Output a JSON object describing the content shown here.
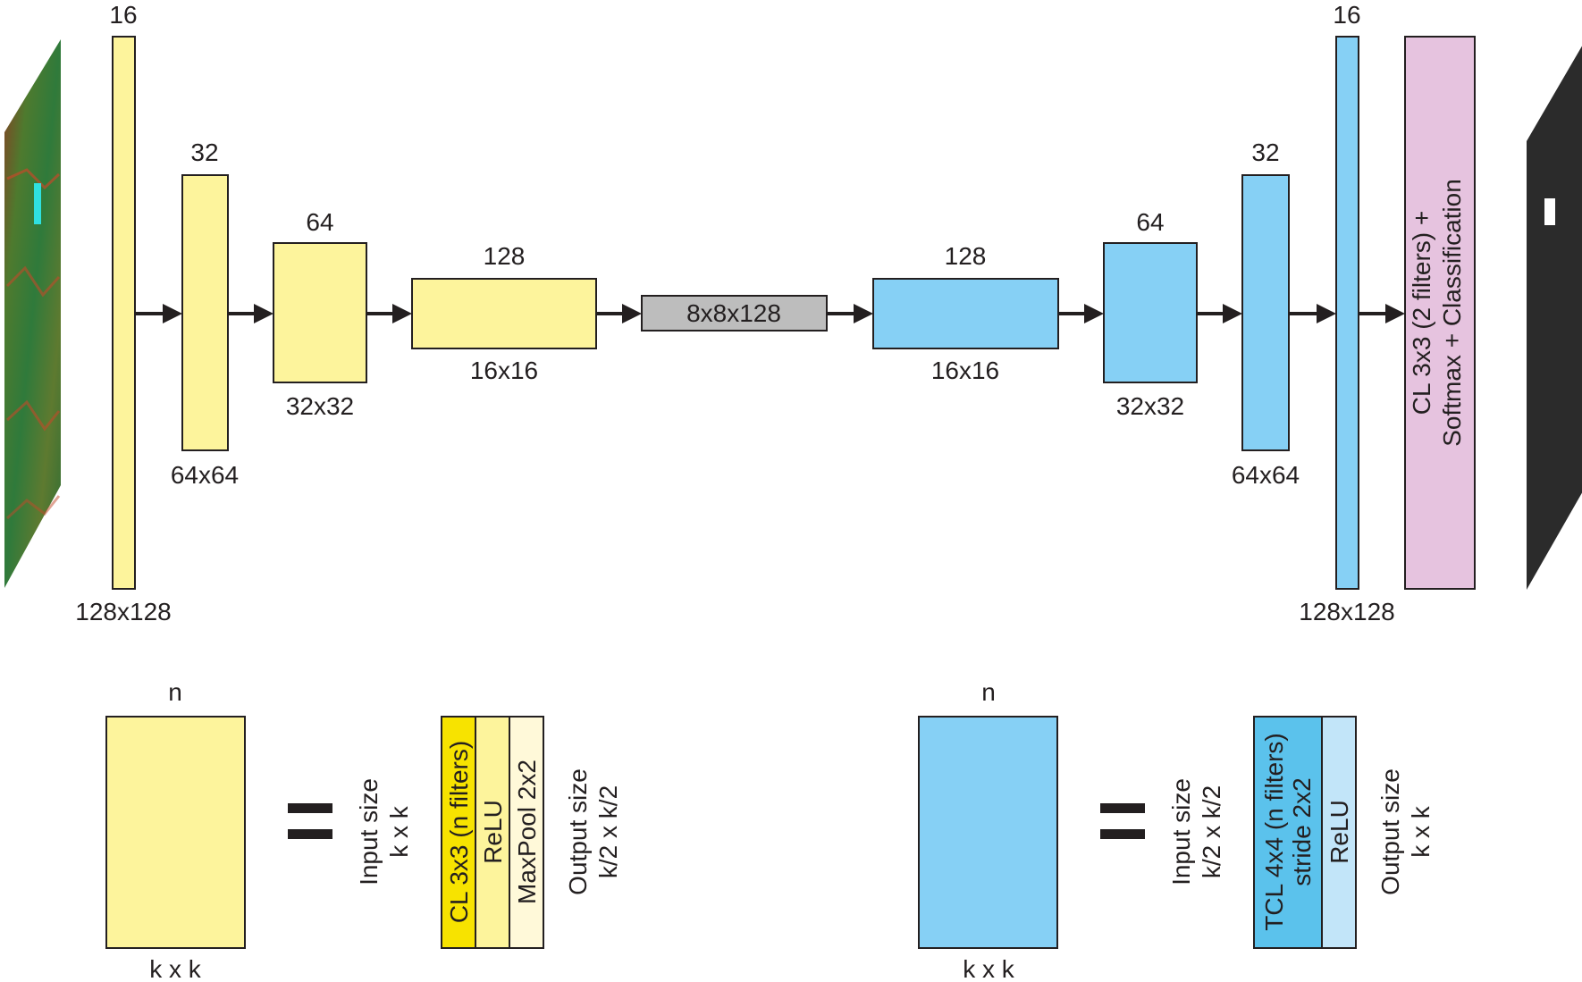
{
  "encoder": [
    {
      "filters": "16",
      "size": "128x128"
    },
    {
      "filters": "32",
      "size": "64x64"
    },
    {
      "filters": "64",
      "size": "32x32"
    },
    {
      "filters": "128",
      "size": "16x16"
    }
  ],
  "bottleneck": {
    "label": "8x8x128"
  },
  "decoder": [
    {
      "filters": "128",
      "size": "16x16"
    },
    {
      "filters": "64",
      "size": "32x32"
    },
    {
      "filters": "32",
      "size": "64x64"
    },
    {
      "filters": "16",
      "size": "128x128"
    }
  ],
  "classifier": {
    "line1": "CL 3x3 (2 filters) +",
    "line2": "Softmax + Classification"
  },
  "legend_encoder": {
    "block_top": "n",
    "block_bottom": "k x k",
    "input_line1": "Input size",
    "input_line2": "k x k",
    "layers": [
      "CL 3x3 (n filters)",
      "ReLU",
      "MaxPool 2x2"
    ],
    "output_line1": "Output size",
    "output_line2": "k/2 x k/2",
    "colors": [
      "#f7e300",
      "#fdf49c",
      "#fff9d9"
    ]
  },
  "legend_decoder": {
    "block_top": "n",
    "block_bottom": "k x k",
    "input_line1": "Input size",
    "input_line2": "k/2 x k/2",
    "layers_line1": "TCL 4x4 (n filters)",
    "layers_line2": "stride 2x2",
    "layer_relu": "ReLU",
    "output_line1": "Output size",
    "output_line2": "k x k",
    "colors": [
      "#5bc2ec",
      "#c2e5f9"
    ]
  },
  "colors": {
    "encoder": "#fdf49c",
    "decoder": "#86d0f5",
    "bottleneck": "#bdbdbd",
    "classifier": "#e6c3df",
    "output": "#2b2b2b"
  }
}
